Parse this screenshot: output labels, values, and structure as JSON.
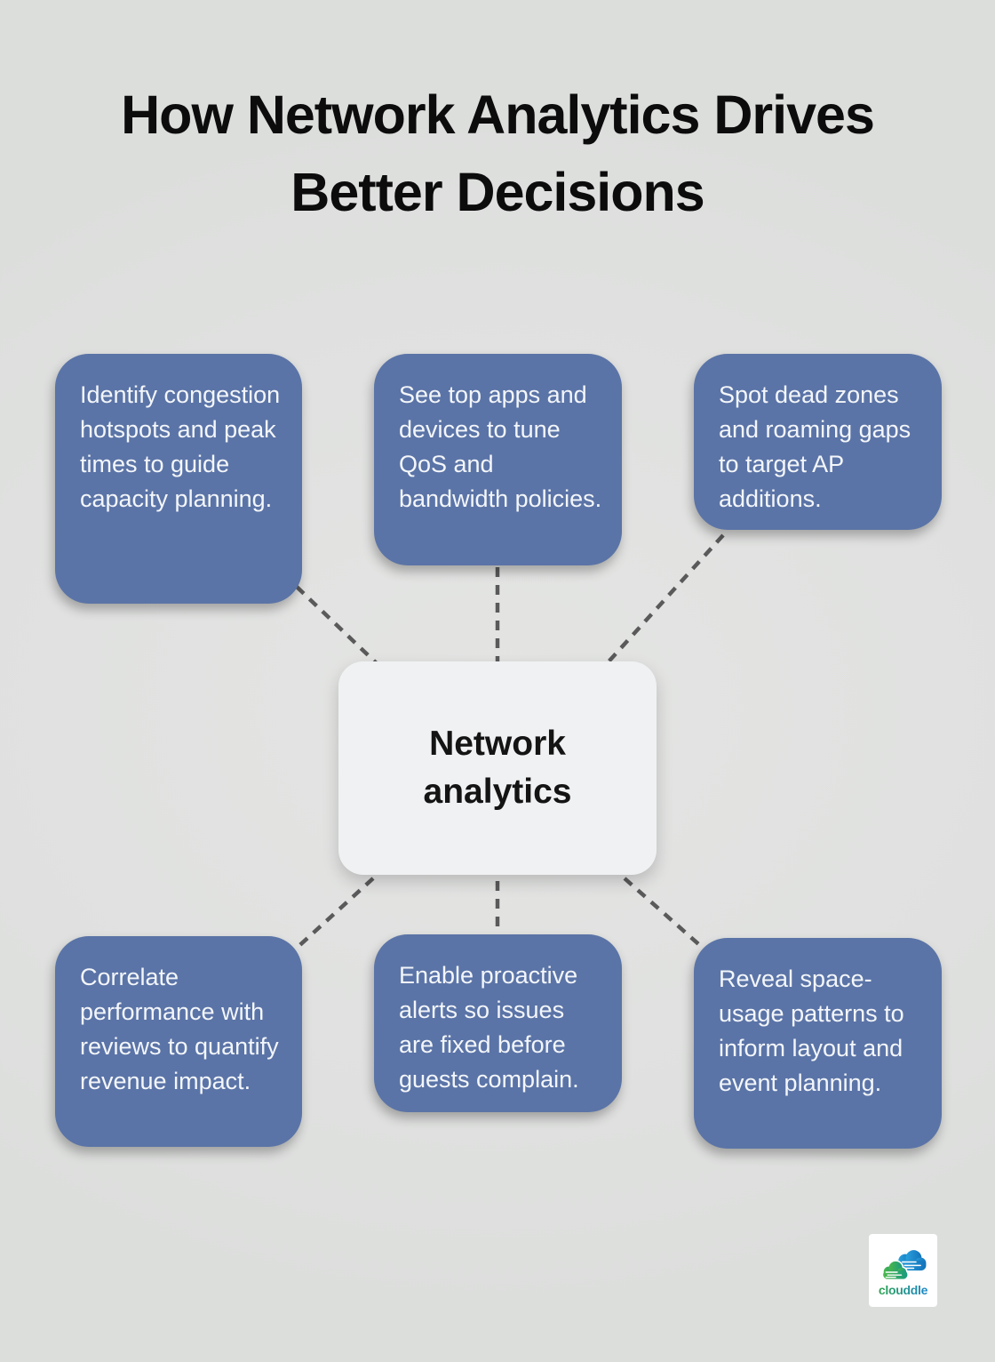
{
  "title": {
    "line1": "How Network Analytics Drives",
    "line2": "Better Decisions"
  },
  "center": {
    "label": "Network analytics"
  },
  "nodes": [
    {
      "id": "top-left",
      "text": "Identify congestion hotspots and peak times to guide capacity planning."
    },
    {
      "id": "top-middle",
      "text": "See top apps and devices to tune QoS and bandwidth policies."
    },
    {
      "id": "top-right",
      "text": "Spot dead zones and roaming gaps to target AP additions."
    },
    {
      "id": "bottom-left",
      "text": "Correlate performance with reviews to quantify revenue impact."
    },
    {
      "id": "bottom-middle",
      "text": "Enable proactive alerts so issues are fixed before guests complain."
    },
    {
      "id": "bottom-right",
      "text": "Reveal space-usage patterns to inform layout and event planning."
    }
  ],
  "logo": {
    "text": "clouddle",
    "icon": "clouddle-clouds-icon"
  },
  "colors": {
    "background": "#e0e1e0",
    "node_blue": "#5b74a7",
    "node_text": "#f3f6fa",
    "center_bg": "#f0f1f3",
    "connector_gray": "#5a5a5a",
    "title_black": "#0c0c0c",
    "logo_green": "#2ea44f",
    "logo_blue": "#1b87c9"
  }
}
